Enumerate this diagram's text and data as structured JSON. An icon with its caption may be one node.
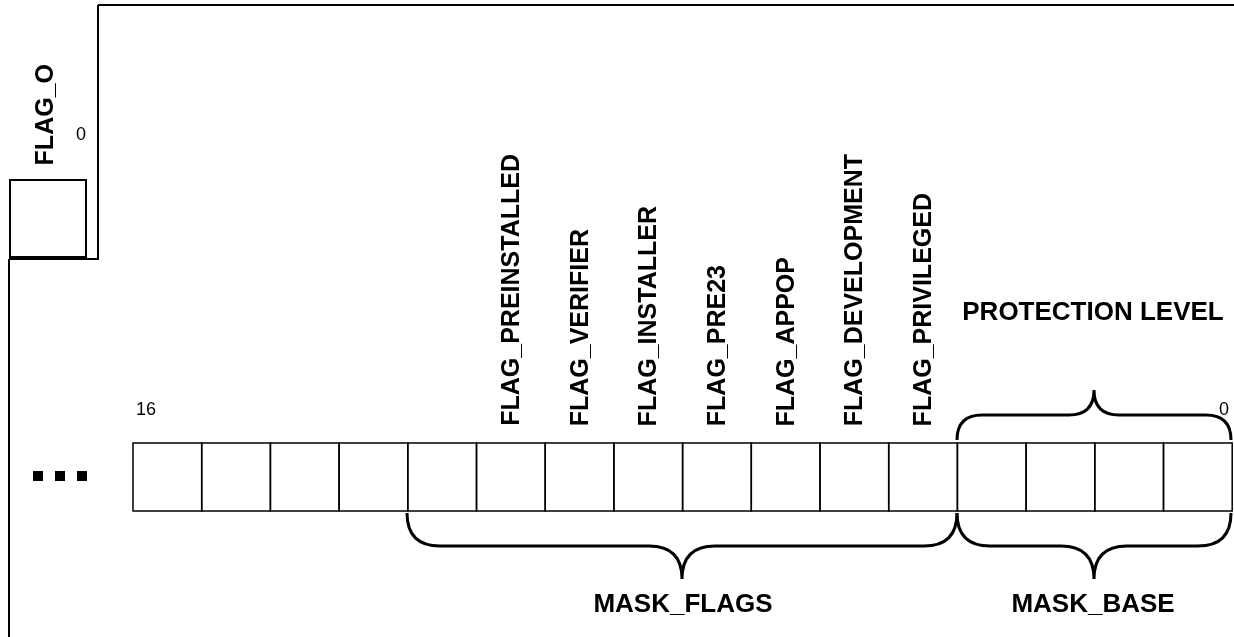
{
  "diagram": {
    "labels": [
      "FLAG_O",
      "0",
      "FLAG_PREINSTALLED",
      "FLAG_VERIFIER",
      "FLAG_INSTALLER",
      "FLAG_PRE23",
      "FLAG_APPOP",
      "FLAG_DEVELOPMENT",
      "FLAG_PRIVILEGED",
      "PROTECTION LEVEL",
      "16",
      "0",
      "MASK_FLAGS",
      "MASK_BASE"
    ]
  }
}
